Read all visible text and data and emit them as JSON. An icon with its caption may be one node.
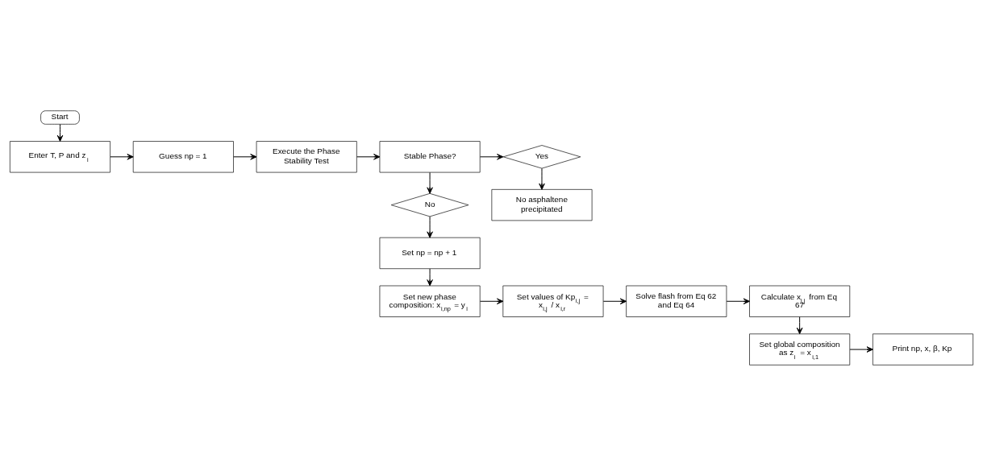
{
  "diagram": {
    "nodes": [
      {
        "text": [
          "Start"
        ]
      },
      {
        "text": [
          "Enter T, P and z$_{i}$"
        ]
      },
      {
        "text": [
          "Guess np = 1"
        ]
      },
      {
        "text": [
          "Execute the Phase Stability Test"
        ]
      },
      {
        "text": [
          "Stable Phase?"
        ]
      },
      {
        "text": [
          "Yes"
        ]
      },
      {
        "text": [
          "No asphaltene precipitated"
        ]
      },
      {
        "text": [
          "No"
        ]
      },
      {
        "text": [
          "Set np = np + 1"
        ]
      },
      {
        "text": [
          "Set new phase composition: x$_{i,np}$ = y$_{i}$"
        ]
      },
      {
        "text": [
          "Set values of Kp$_{i,j}$ = x$_{i,j}$ / x$_{i,r}$"
        ]
      },
      {
        "text": [
          "Solve flash from Eq 62 and Eq 64"
        ]
      },
      {
        "text": [
          "Calculate x$_{i,j}$ from Eq 67"
        ]
      },
      {
        "text": [
          "Set global composition as z$_{i}$ = x$_{i,1}$"
        ]
      },
      {
        "text": [
          "Print np, x, β, Kp"
        ]
      }
    ],
    "edges": [
      {
        "from": 0,
        "to": 1,
        "arrow": "to"
      },
      {
        "from": 1,
        "to": 2,
        "arrow": "to"
      },
      {
        "from": 2,
        "to": 3,
        "arrow": "to"
      },
      {
        "from": 3,
        "to": 4,
        "arrow": "to"
      },
      {
        "from": 4,
        "to": 5,
        "arrow": "to"
      },
      {
        "from": 5,
        "to": 6,
        "arrow": "to"
      },
      {
        "from": 4,
        "to": 7,
        "arrow": "to"
      },
      {
        "from": 7,
        "to": 8,
        "arrow": "to"
      },
      {
        "from": 8,
        "to": 9,
        "arrow": "to"
      },
      {
        "from": 9,
        "to": 10,
        "arrow": "to"
      },
      {
        "from": 10,
        "to": 11,
        "arrow": "to"
      },
      {
        "from": 11,
        "to": 12,
        "arrow": "to"
      },
      {
        "from": 12,
        "to": 13,
        "arrow": "to"
      },
      {
        "from": 13,
        "to": 14,
        "arrow": "to"
      }
    ]
  }
}
